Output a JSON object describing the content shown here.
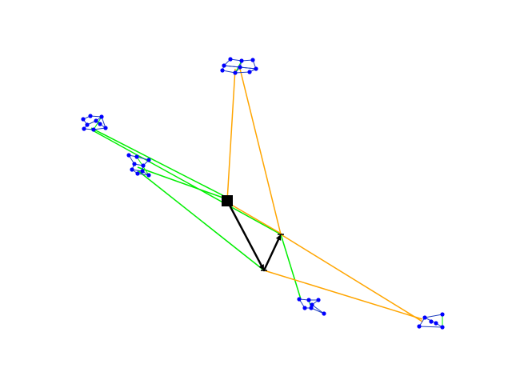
{
  "colors": {
    "background": "#ffffff",
    "node": "#0000ff",
    "intra_edge": "#1f3fbf",
    "green_edge": "#00ee00",
    "orange_edge": "#ffa500",
    "black_edge": "#000000",
    "hub": "#000000"
  },
  "clusters": [
    {
      "id": "top"
    },
    {
      "id": "upper-left"
    },
    {
      "id": "mid-left"
    },
    {
      "id": "bottom-middle"
    },
    {
      "id": "bottom-right"
    }
  ],
  "hub": {
    "id": "square-hub",
    "shape": "square"
  },
  "junctions": [
    {
      "id": "upper-junction"
    },
    {
      "id": "lower-junction"
    }
  ],
  "connections": {
    "green": [
      [
        "upper-left",
        "square-hub"
      ],
      [
        "upper-left",
        "upper-junction"
      ],
      [
        "mid-left",
        "square-hub"
      ],
      [
        "mid-left",
        "lower-junction"
      ],
      [
        "bottom-middle",
        "upper-junction"
      ]
    ],
    "orange": [
      [
        "top",
        "square-hub"
      ],
      [
        "top",
        "upper-junction"
      ],
      [
        "square-hub",
        "upper-junction"
      ],
      [
        "upper-junction",
        "bottom-right"
      ],
      [
        "lower-junction",
        "bottom-right"
      ]
    ],
    "black_arrows": [
      [
        "square-hub",
        "lower-junction"
      ],
      [
        "lower-junction",
        "upper-junction"
      ]
    ]
  }
}
